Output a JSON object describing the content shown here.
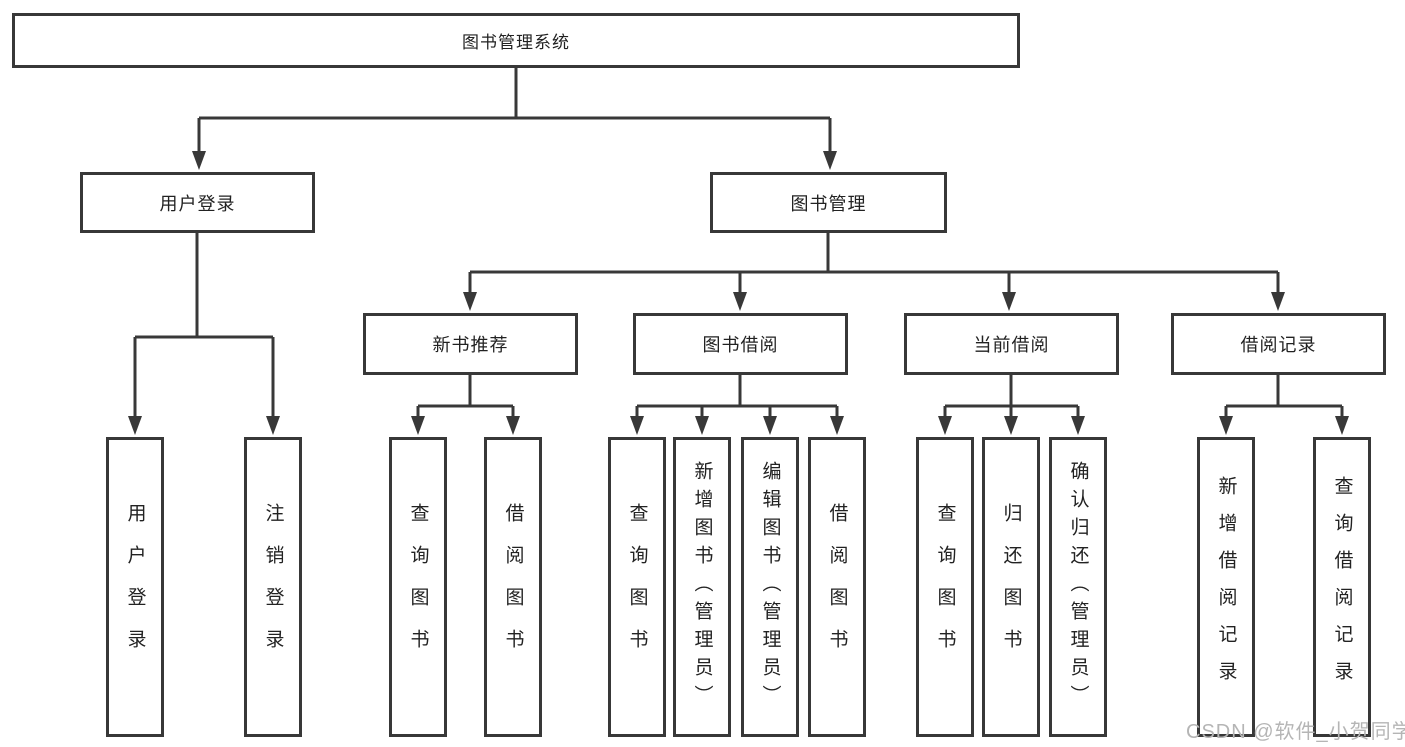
{
  "tree": {
    "label": "图书管理系统",
    "children": [
      {
        "label": "用户登录",
        "children": [
          {
            "label": "用户登录"
          },
          {
            "label": "注销登录"
          }
        ]
      },
      {
        "label": "图书管理",
        "children": [
          {
            "label": "新书推荐",
            "children": [
              {
                "label": "查询图书"
              },
              {
                "label": "借阅图书"
              }
            ]
          },
          {
            "label": "图书借阅",
            "children": [
              {
                "label": "查询图书"
              },
              {
                "label": "新增图书（管理员）"
              },
              {
                "label": "编辑图书（管理员）"
              },
              {
                "label": "借阅图书"
              }
            ]
          },
          {
            "label": "当前借阅",
            "children": [
              {
                "label": "查询图书"
              },
              {
                "label": "归还图书"
              },
              {
                "label": "确认归还（管理员）"
              }
            ]
          },
          {
            "label": "借阅记录",
            "children": [
              {
                "label": "新增借阅记录"
              },
              {
                "label": "查询借阅记录"
              }
            ]
          }
        ]
      }
    ]
  },
  "watermark": {
    "text": "CSDN @软件_小贺同学"
  },
  "colors": {
    "line": "#383838",
    "box_border": "#383838",
    "text": "#222222",
    "watermark": "#b5b5b5",
    "background": "#ffffff"
  }
}
